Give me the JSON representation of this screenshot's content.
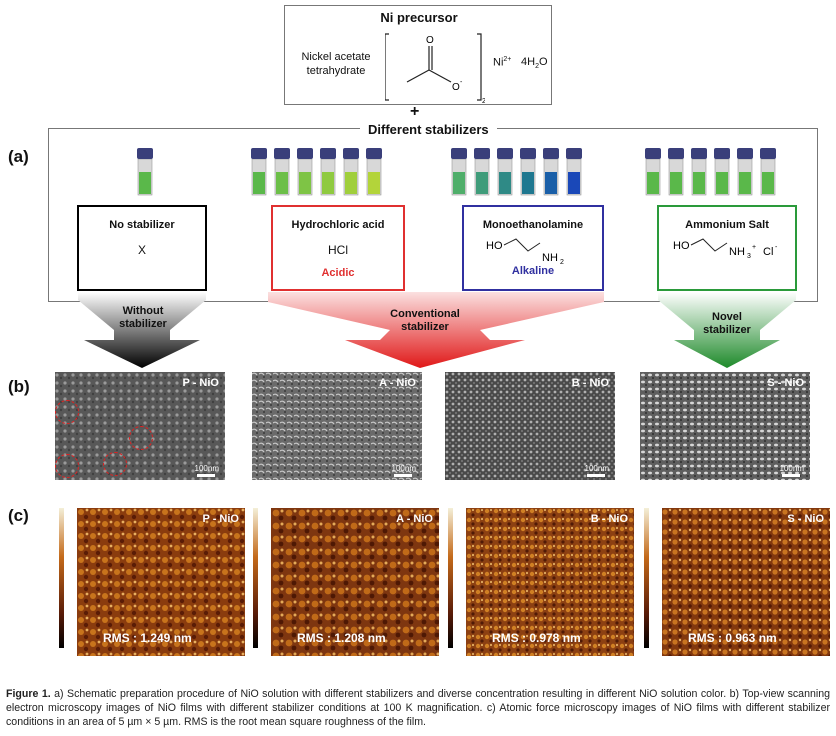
{
  "precursor": {
    "title": "Ni precursor",
    "name_line1": "Nickel acetate",
    "name_line2": "tetrahydrate",
    "ion": "Ni",
    "ion_charge": "2+",
    "subscript": "2",
    "water_prefix": "4H",
    "water_sub": "2",
    "water_suffix": "O",
    "oxygen": "O",
    "oxygen_charge": "-"
  },
  "plus_sign": "+",
  "stabilizers_title": "Different stabilizers",
  "panel_a": "(a)",
  "panel_b": "(b)",
  "panel_c": "(c)",
  "conditions": [
    {
      "title": "No stabilizer",
      "formula": "X",
      "tag": "",
      "color": "#000000"
    },
    {
      "title": "Hydrochloric acid",
      "formula": "HCl",
      "tag": "Acidic",
      "color": "#e03030"
    },
    {
      "title": "Monoethanolamine",
      "formula": "",
      "tag": "Alkaline",
      "color": "#3030a0",
      "ho": "HO",
      "nh2": "NH",
      "nh2_sub": "2"
    },
    {
      "title": "Ammonium Salt",
      "formula": "",
      "tag": "",
      "color": "#2a9a3a",
      "ho": "HO",
      "nh3": "NH",
      "nh3_sub": "3",
      "nh3_sup": "+",
      "cl": "Cl",
      "cl_sup": "-"
    }
  ],
  "funnels": {
    "without": "Without\nstabilizer",
    "conventional": "Conventional\nstabilizer",
    "novel": "Novel\nstabilizer"
  },
  "sem": [
    {
      "label": "P - NiO",
      "scale": "100nm"
    },
    {
      "label": "A - NiO",
      "scale": "100nm"
    },
    {
      "label": "B - NiO",
      "scale": "100nm"
    },
    {
      "label": "S - NiO",
      "scale": "100nm"
    }
  ],
  "afm": [
    {
      "label": "P - NiO",
      "rms": "RMS : 1.249 nm"
    },
    {
      "label": "A - NiO",
      "rms": "RMS : 1.208 nm"
    },
    {
      "label": "B - NiO",
      "rms": "RMS : 0.978 nm"
    },
    {
      "label": "S - NiO",
      "rms": "RMS : 0.963 nm"
    }
  ],
  "vial_colors": {
    "none": [
      "#5ab84a"
    ],
    "hcl": [
      "#5ab84a",
      "#6cbf48",
      "#7ec445",
      "#8fca40",
      "#a0cf3c",
      "#b3d43a"
    ],
    "mea": [
      "#4fae6a",
      "#3f9c7a",
      "#2f8a86",
      "#1f7890",
      "#1a5fa8",
      "#1a48b8"
    ],
    "amm": [
      "#5ab84a",
      "#5ab84a",
      "#5ab84a",
      "#5ab84a",
      "#5ab84a",
      "#5ab84a"
    ]
  },
  "caption": {
    "label": "Figure 1.",
    "text": " a) Schematic preparation procedure of NiO solution with different stabilizers and diverse concentration resulting in different NiO solution color. b) Top-view scanning electron microscopy images of NiO films with different stabilizer conditions at 100 K magnification. c) Atomic force microscopy images of NiO films with different stabilizer conditions in an area of 5 µm × 5 µm. RMS is the root mean square roughness of the film."
  }
}
